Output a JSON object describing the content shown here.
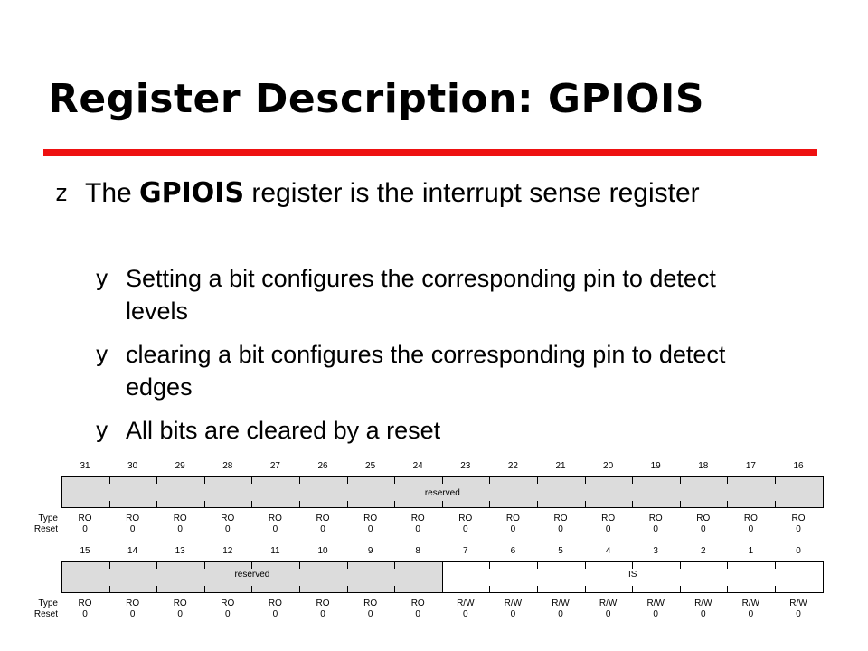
{
  "slide": {
    "title": "Register Description: GPIOIS",
    "bullet_glyph": "z",
    "sub_bullet_glyph": "y",
    "bullet1": {
      "pre": "The ",
      "bold": "GPIOIS",
      "post": " register is the interrupt sense register"
    },
    "sub_bullets": [
      "Setting a bit configures the corresponding pin to detect levels",
      "clearing a bit configures the corresponding pin to detect edges",
      "All bits are cleared by a reset"
    ]
  },
  "register": {
    "row_labels": {
      "type": "Type",
      "reset": "Reset"
    },
    "upper": {
      "bits": [
        "31",
        "30",
        "29",
        "28",
        "27",
        "26",
        "25",
        "24",
        "23",
        "22",
        "21",
        "20",
        "19",
        "18",
        "17",
        "16"
      ],
      "field_label": "reserved",
      "types": [
        "RO",
        "RO",
        "RO",
        "RO",
        "RO",
        "RO",
        "RO",
        "RO",
        "RO",
        "RO",
        "RO",
        "RO",
        "RO",
        "RO",
        "RO",
        "RO"
      ],
      "resets": [
        "0",
        "0",
        "0",
        "0",
        "0",
        "0",
        "0",
        "0",
        "0",
        "0",
        "0",
        "0",
        "0",
        "0",
        "0",
        "0"
      ]
    },
    "lower": {
      "bits": [
        "15",
        "14",
        "13",
        "12",
        "11",
        "10",
        "9",
        "8",
        "7",
        "6",
        "5",
        "4",
        "3",
        "2",
        "1",
        "0"
      ],
      "reserved_label": "reserved",
      "is_label": "IS",
      "types": [
        "RO",
        "RO",
        "RO",
        "RO",
        "RO",
        "RO",
        "RO",
        "RO",
        "R/W",
        "R/W",
        "R/W",
        "R/W",
        "R/W",
        "R/W",
        "R/W",
        "R/W"
      ],
      "resets": [
        "0",
        "0",
        "0",
        "0",
        "0",
        "0",
        "0",
        "0",
        "0",
        "0",
        "0",
        "0",
        "0",
        "0",
        "0",
        "0"
      ]
    }
  },
  "colors": {
    "rule": "#ee1111",
    "reserved_fill": "#dcdcdc"
  }
}
